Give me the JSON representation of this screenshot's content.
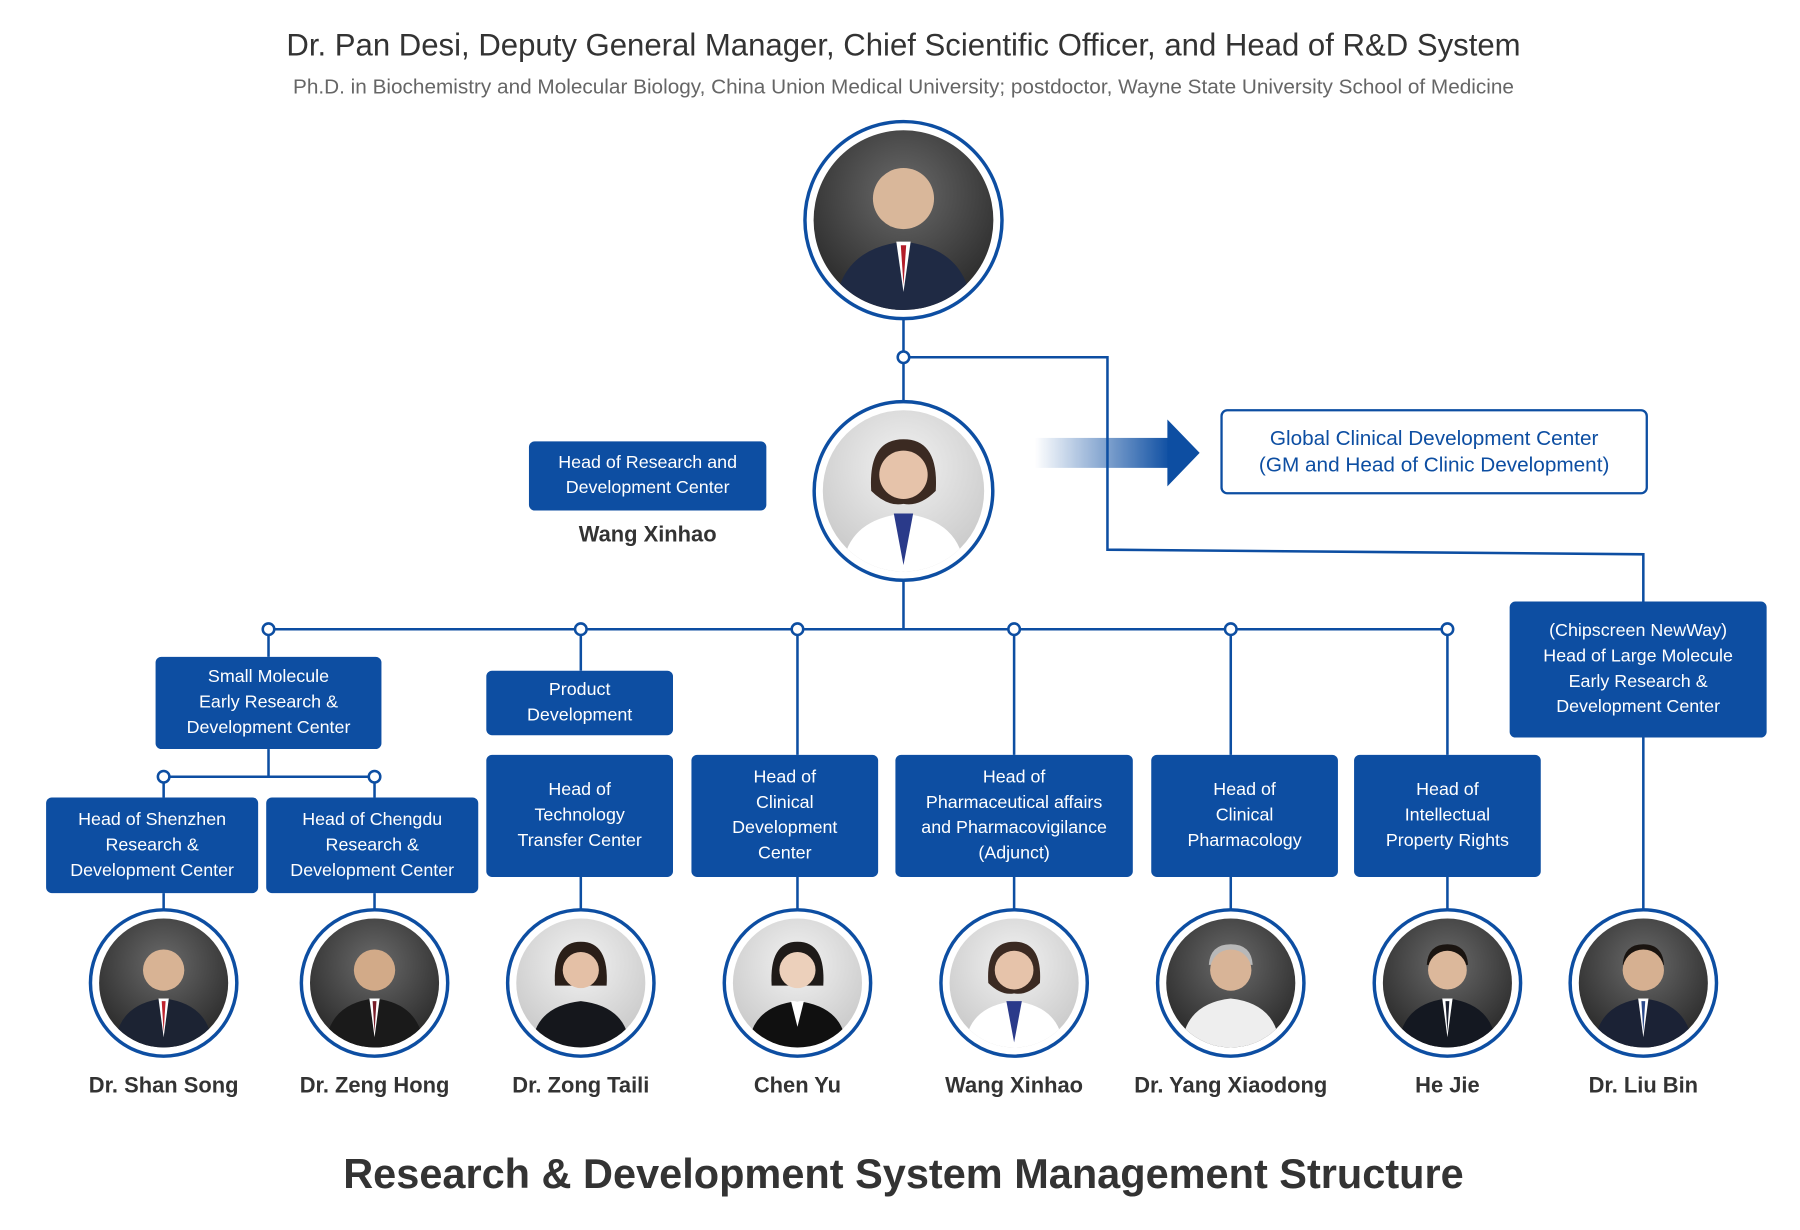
{
  "header": {
    "title": "Dr. Pan Desi, Deputy General Manager, Chief Scientific Officer, and Head of R&D System",
    "subtitle": "Ph.D. in Biochemistry and Molecular Biology, China Union Medical University; postdoctor, Wayne State University School of Medicine"
  },
  "center_head": {
    "role": "Head of Research and\nDevelopment Center",
    "name": "Wang Xinhao"
  },
  "global_clinical": "Global Clinical Development Center\n(GM and Head of Clinic Development)",
  "units": {
    "small_molecule": "Small Molecule\nEarly Research &\nDevelopment Center",
    "product_development": "Product\nDevelopment",
    "large_molecule": "(Chipscreen NewWay)\nHead of Large Molecule\nEarly Research &\nDevelopment Center"
  },
  "roles": {
    "shenzhen": "Head of Shenzhen\nResearch &\nDevelopment Center",
    "chengdu": "Head of Chengdu\nResearch &\nDevelopment Center",
    "tech_transfer": "Head of\nTechnology\nTransfer Center",
    "clinical_dev": "Head of\nClinical\nDevelopment\nCenter",
    "pharma_affairs": "Head of\nPharmaceutical affairs\nand Pharmacovigilance\n(Adjunct)",
    "clinical_pharm": "Head of\nClinical\nPharmacology",
    "ip": "Head of\nIntellectual\nProperty Rights"
  },
  "people": [
    "Dr. Shan Song",
    "Dr. Zeng Hong",
    "Dr. Zong Taili",
    "Chen Yu",
    "Wang Xinhao",
    "Dr. Yang Xiaodong",
    "He Jie",
    "Dr. Liu Bin"
  ],
  "footer_title": "Research & Development System Management Structure",
  "colors": {
    "accent": "#0d4ea2",
    "text": "#333333",
    "subtext": "#666666"
  },
  "icons": [
    "person-portrait-icon",
    "arrow-right-icon"
  ]
}
